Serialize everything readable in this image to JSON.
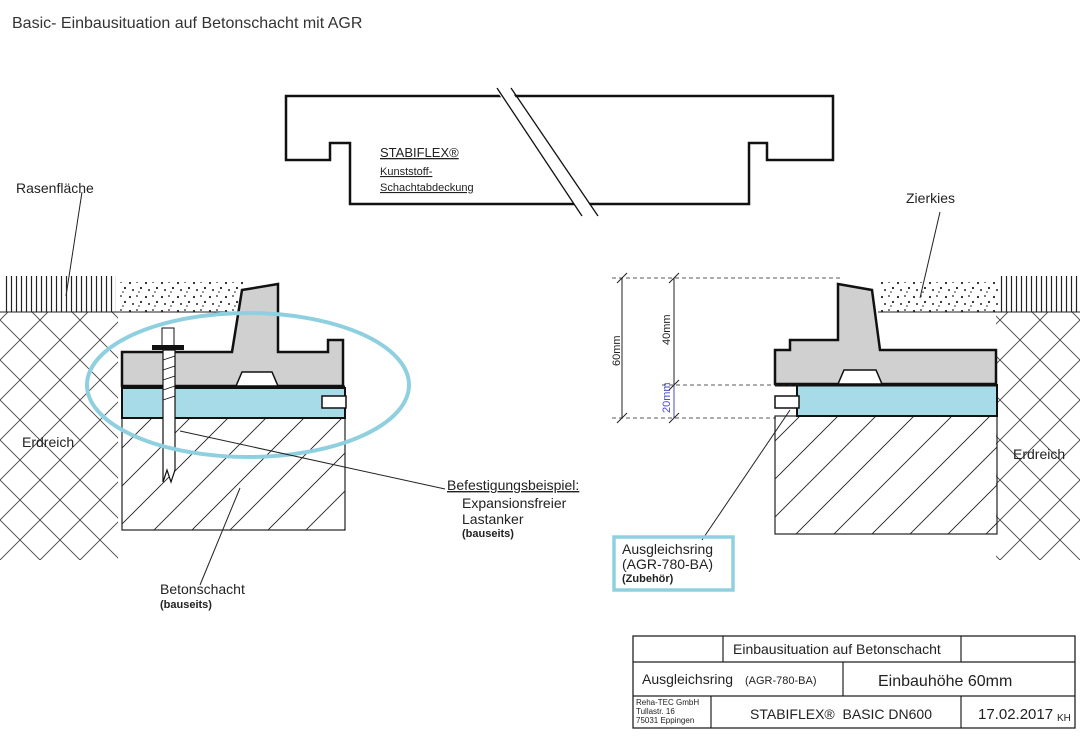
{
  "page": {
    "title": "Basic- Einbausituation auf Betonschacht mit AGR"
  },
  "cover": {
    "brand": "STABIFLEX®",
    "line1": "Kunststoff-",
    "line2": "Schachtabdeckung"
  },
  "left": {
    "surface": "Rasenfläche",
    "soil": "Erdreich",
    "example_title": "Befestigungsbeispiel:",
    "example_line1": "Expansionsfreier",
    "example_line2": "Lastanker",
    "example_note": "(bauseits)",
    "shaft": "Betonschacht",
    "shaft_note": "(bauseits)"
  },
  "right": {
    "surface": "Zierkies",
    "soil": "Erdreich",
    "dim_total": "60mm",
    "dim_upper": "40mm",
    "dim_lower": "20mm",
    "ring_line1": "Ausgleichsring",
    "ring_line2": "(AGR-780-BA)",
    "ring_note": "(Zubehör)"
  },
  "title_block": {
    "heading": "Einbausituation auf Betonschacht",
    "ring_label": "Ausgleichsring",
    "ring_code": "(AGR-780-BA)",
    "height": "Einbauhöhe 60mm",
    "company_name": "Reha-TEC GmbH",
    "company_street": "Tullastr. 16",
    "company_city": "75031 Eppingen",
    "product": "STABIFLEX®  BASIC DN600",
    "date": "17.02.2017",
    "initials": "KH"
  },
  "colors": {
    "ring_fill": "#a8dbe8",
    "highlight": "#8fd0e0",
    "concrete": "#d0d0d0",
    "line": "#111111"
  }
}
